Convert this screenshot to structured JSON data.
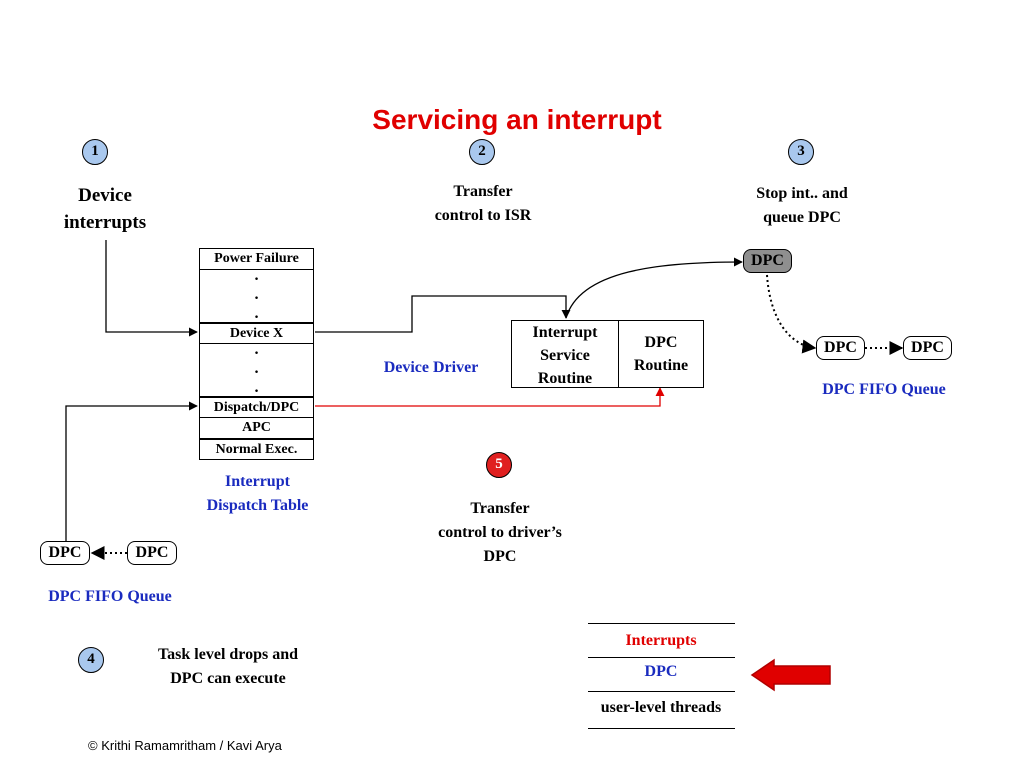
{
  "title": "Servicing an interrupt",
  "steps": {
    "s1": {
      "num": "1",
      "text": [
        "Device",
        "interrupts"
      ]
    },
    "s2": {
      "num": "2",
      "text": [
        "Transfer",
        "control to ISR"
      ]
    },
    "s3": {
      "num": "3",
      "text": [
        "Stop int.. and",
        "queue DPC"
      ]
    },
    "s4": {
      "num": "4",
      "text": [
        "Task level drops and",
        "DPC can execute"
      ]
    },
    "s5": {
      "num": "5",
      "text": [
        "Transfer",
        "control to driver’s",
        "DPC"
      ]
    }
  },
  "dispatch_table": {
    "rows": {
      "power_failure": "Power Failure",
      "device_x": "Device X",
      "dispatch_dpc": "Dispatch/DPC",
      "apc": "APC",
      "normal_exec": "Normal Exec."
    },
    "dot": "·",
    "caption": [
      "Interrupt",
      "Dispatch Table"
    ]
  },
  "device_driver_label": "Device Driver",
  "isr_box": [
    "Interrupt",
    "Service",
    "Routine"
  ],
  "dpc_routine_box": [
    "DPC",
    "Routine"
  ],
  "dpc_label": "DPC",
  "fifo_queue_label": "DPC FIFO Queue",
  "priority_levels": {
    "interrupts": "Interrupts",
    "dpc": "DPC",
    "user": "user-level threads"
  },
  "colors": {
    "title": "#e00000",
    "blue_label": "#1a2bbf",
    "step_circle": "#a9c8ee",
    "step5_circle": "#e02020",
    "arrow_red": "#e00000"
  },
  "copyright": "© Krithi Ramamritham / Kavi Arya"
}
